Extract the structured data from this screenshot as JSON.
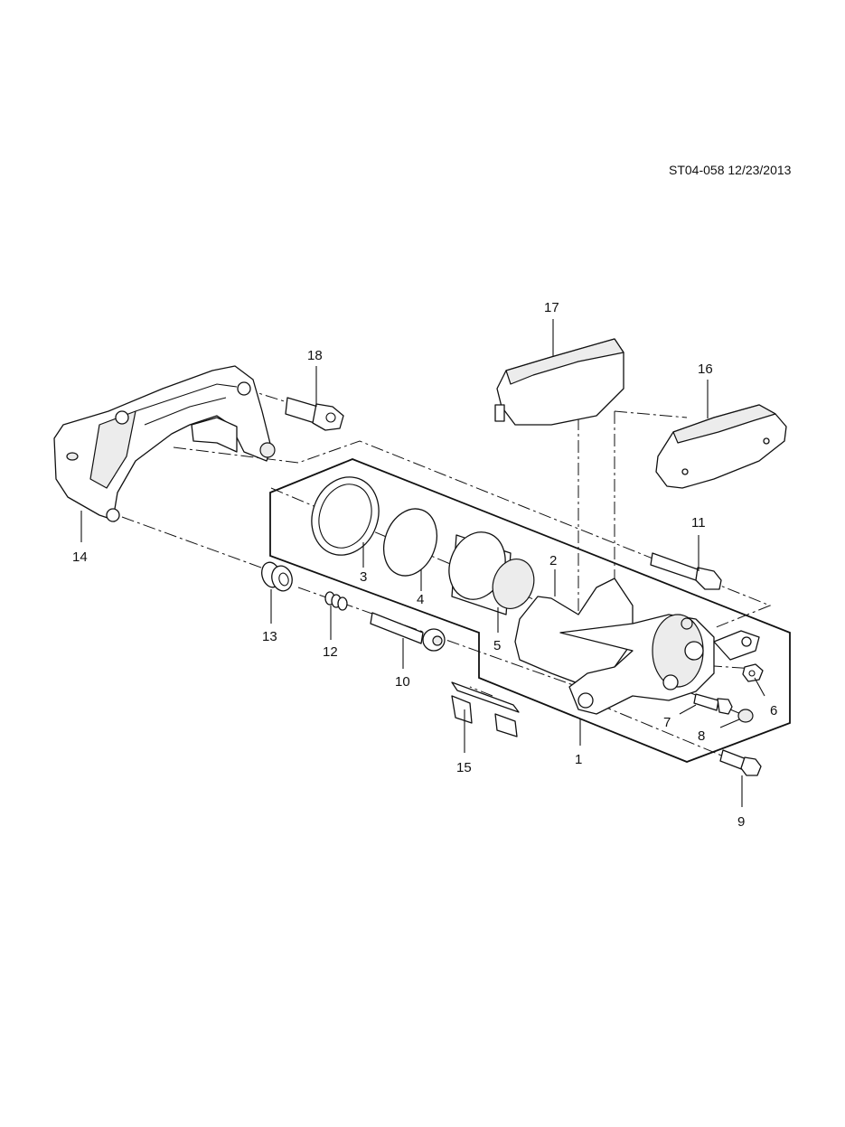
{
  "doc_id": "ST04-058 12/23/2013",
  "callouts": [
    "1",
    "2",
    "3",
    "4",
    "5",
    "6",
    "7",
    "8",
    "9",
    "10",
    "11",
    "12",
    "13",
    "14",
    "15",
    "16",
    "17",
    "18"
  ]
}
